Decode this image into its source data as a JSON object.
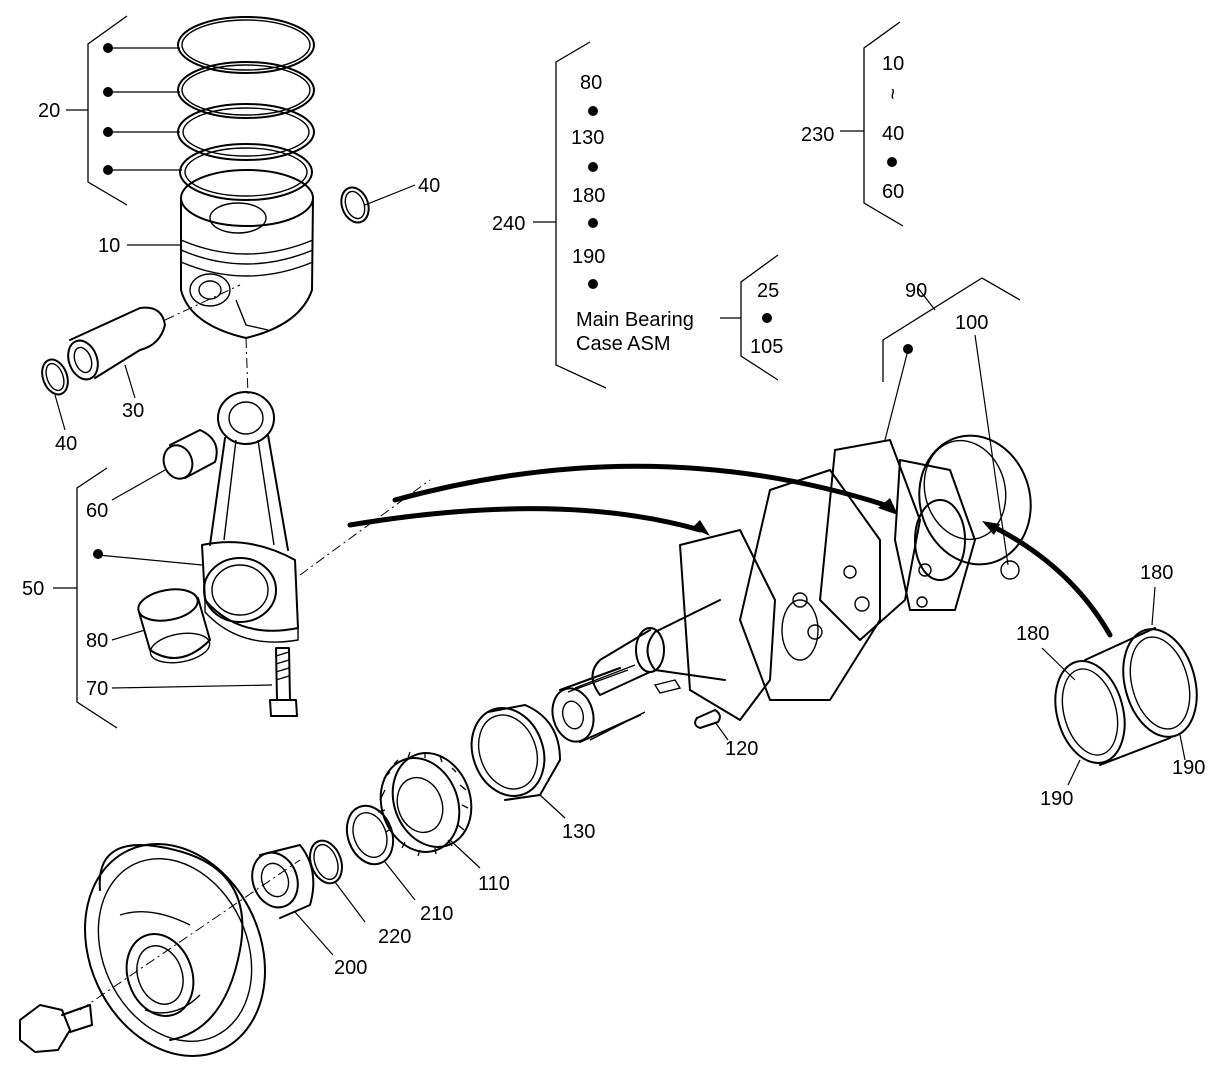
{
  "callouts": {
    "c10_piston": "10",
    "c20_rings": "20",
    "c30_pin": "30",
    "c40_clip_right": "40",
    "c40_clip_left": "40",
    "c50_rod_asm": "50",
    "c60_bushing": "60",
    "c70_bolt": "70",
    "c80_rod_bearing": "80",
    "c90_crank_asm": "90",
    "c100_plug": "100",
    "c110_gear": "110",
    "c120_key": "120",
    "c130_main_bearing": "130",
    "c180_upper": "180",
    "c180_left": "180",
    "c190_right": "190",
    "c190_left": "190",
    "c200_spacer": "200",
    "c210_washer": "210",
    "c220_oring": "220",
    "c230_kit": "230",
    "c240_kit": "240"
  },
  "kit_240": {
    "items": [
      "80",
      "130",
      "180",
      "190"
    ],
    "main_bearing_line1": "Main Bearing",
    "main_bearing_line2": "Case ASM"
  },
  "kit_main_bearing": {
    "items": [
      "25",
      "105"
    ]
  },
  "kit_230": {
    "items": [
      "10",
      "40",
      "60"
    ],
    "range_symbol": "~"
  }
}
